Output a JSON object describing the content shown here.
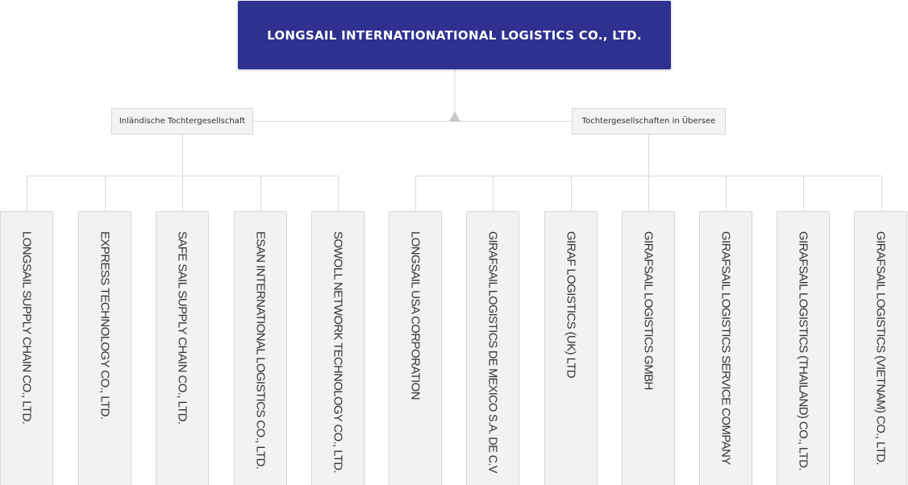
{
  "root": {
    "title": "LONGSAIL INTERNATIONATIONAL LOGISTICS CO., LTD."
  },
  "branches": [
    {
      "label": "Inländische Tochtergesellschaft",
      "children": [
        "LONGSAIL SUPPLY CHAIN CO., LTD.",
        "EXPRESS TECHNOLOGY CO., LTD.",
        "SAFE SAIL SUPPLY CHAIN CO., LTD.",
        "ESAN INTERNATIONAL LOGISTICS CO., LTD.",
        "SOWOLL NETWORK TECHNOLOGY CO., LTD."
      ]
    },
    {
      "label": "Tochtergesellschaften in Übersee",
      "children": [
        "LONGSAIL USA CORPORATION",
        "GIRAFSAIL LOGISTICS DE MEXICO S.A. DE C.V",
        "GIRAF LOGISTICS (UK) LTD",
        "GIRAFSAIL LOGISTICS GMBH",
        "GIRAFSAIL LOGISTICS SERVICE COMPANY",
        "GIRAFSAIL LOGISTICS (THAILAND) CO., LTD.",
        "GIRAFSAIL LOGISTICS (VIETNAM) CO., LTD."
      ]
    }
  ],
  "colors": {
    "root_background": "#2e3190",
    "root_text": "#ffffff",
    "box_background": "#f2f2f2",
    "box_border": "#d6d6d6",
    "connector": "#d9d9d9",
    "text": "#333333"
  }
}
